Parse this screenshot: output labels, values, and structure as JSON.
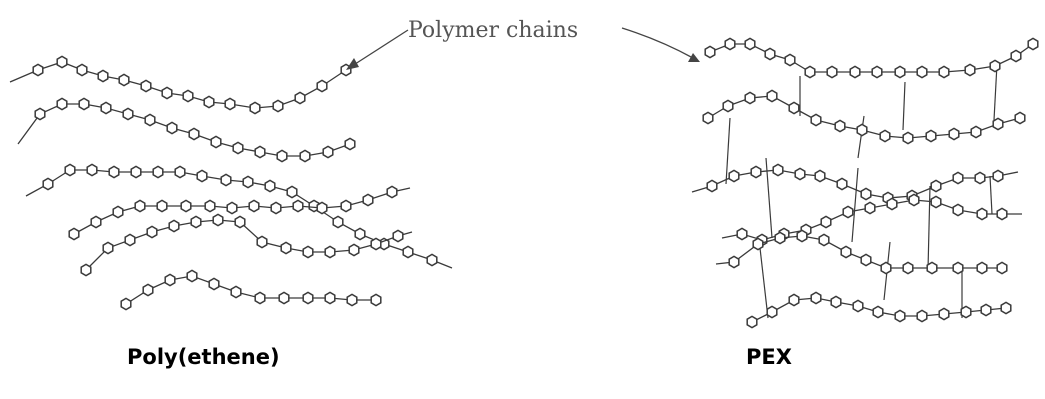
{
  "labels": {
    "callout": "Polymer chains",
    "left_caption": "Poly(ethene)",
    "right_caption": "PEX"
  },
  "colors": {
    "ink": "#3a3a3a",
    "background": "#ffffff"
  },
  "structures": [
    {
      "name": "poly-ethene",
      "chains": 6,
      "crosslinks": 0
    },
    {
      "name": "pex",
      "chains": 6,
      "crosslinks": 10
    }
  ]
}
